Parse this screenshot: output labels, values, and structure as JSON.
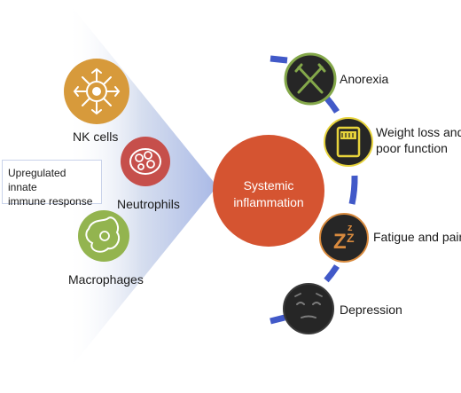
{
  "innate": {
    "box_line1": "Upregulated innate",
    "box_line2": "immune response",
    "cells": [
      {
        "label": "NK cells",
        "color": "#d79a3b"
      },
      {
        "label": "Neutrophils",
        "color": "#c64f4b"
      },
      {
        "label": "Macrophages",
        "color": "#93b44f"
      }
    ],
    "wedge_color": "#b9c6ea"
  },
  "center": {
    "line1": "Systemic",
    "line2": "inflammation",
    "color": "#d55431"
  },
  "outcomes": [
    {
      "line1": "Anorexia",
      "line2": "",
      "icon": "fork-knife-icon"
    },
    {
      "line1": "Weight loss and",
      "line2": "poor function",
      "icon": "scale-icon"
    },
    {
      "line1": "Fatigue and pain",
      "line2": "",
      "icon": "zzz-icon"
    },
    {
      "line1": "Depression",
      "line2": "",
      "icon": "sad-face-icon"
    }
  ],
  "colors": {
    "arc": "#4159c8",
    "icon_fill": "#262626",
    "icon_border": "#84a84a",
    "icon_yellow": "#e7d33b",
    "fatigue_icon_border": "#d88a3e"
  }
}
